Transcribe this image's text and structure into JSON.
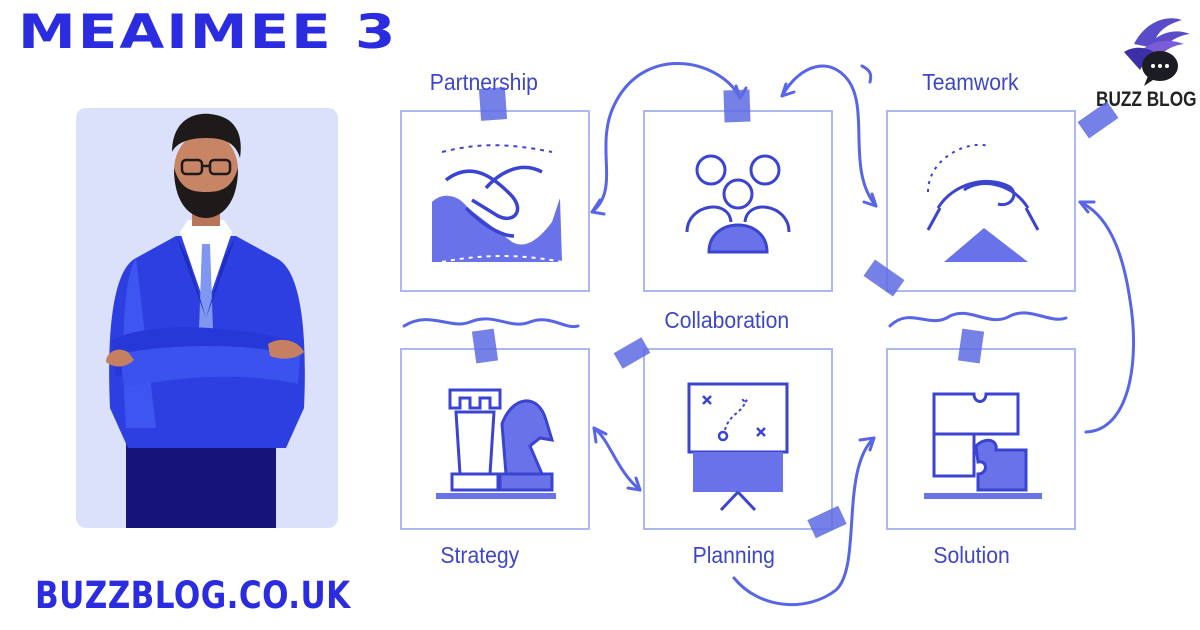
{
  "header": {
    "title": "MEAIMEE 3"
  },
  "footer": {
    "site": "BUZZBLOG.CO.UK"
  },
  "brand": {
    "logo_text": "BUZZ BLOG",
    "accent": "#2b2ce0",
    "line": "#5865e6",
    "soft": "#a9b4f2"
  },
  "panels": [
    {
      "label": "Partnership",
      "icon": "handshake-icon"
    },
    {
      "label": "",
      "icon": "team-people-icon"
    },
    {
      "label": "Teamwork",
      "icon": "arm-wrestle-icon"
    },
    {
      "label": "Strategy",
      "icon": "chess-pieces-icon"
    },
    {
      "label": "Planning",
      "icon": "presentation-board-icon"
    },
    {
      "label": "Solution",
      "icon": "puzzle-icon"
    }
  ],
  "center_label": "Collaboration"
}
